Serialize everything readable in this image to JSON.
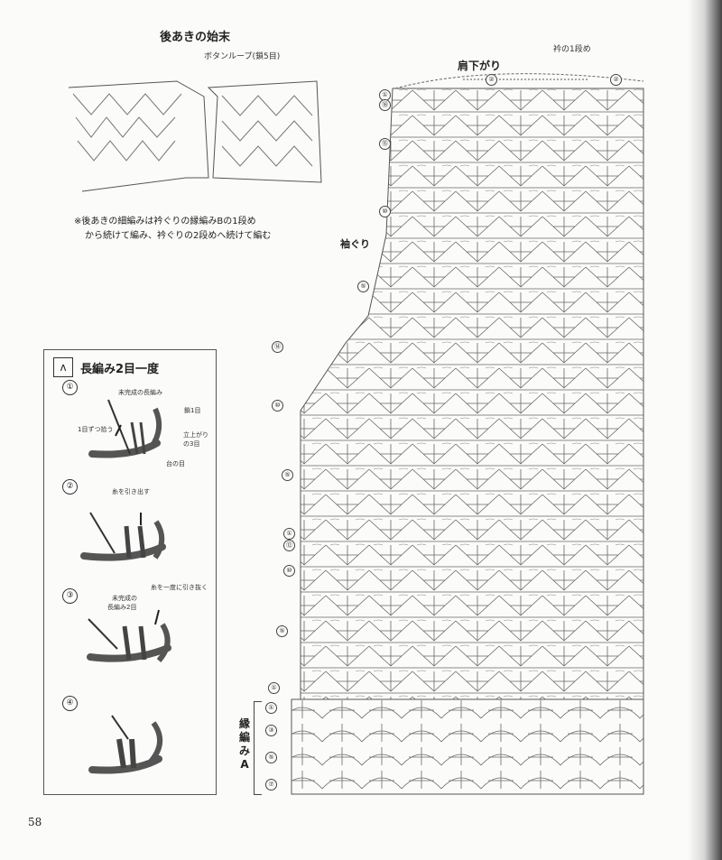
{
  "top_left": {
    "title": "後あきの始末",
    "button_loop": "ボタンループ(鎖5目)",
    "note_line1": "※後あきの細編みは衿ぐりの縁編みBの1段め",
    "note_line2": "から続けて編み、衿ぐりの2段めへ続けて編む"
  },
  "main_chart": {
    "shoulder": "肩下がり",
    "neck_row": "衿の1段め",
    "armhole": "袖ぐり",
    "edge": "縁編みA",
    "row_markers": [
      "①",
      "⑱",
      "⑮",
      "⑩",
      "⑤",
      "⑭",
      "⑩",
      "⑤",
      "①",
      "⑫",
      "⑩",
      "⑤",
      "①",
      "①",
      "③",
      "⑤",
      "⑦",
      "②",
      "②"
    ]
  },
  "inset": {
    "symbol": "ʌ",
    "title": "長編み2目一度",
    "steps": [
      {
        "num": "①",
        "labels": [
          "未完成の長編み",
          "鎖1目",
          "1目ずつ拾う",
          "立上がり",
          "の3目",
          "台の目"
        ]
      },
      {
        "num": "②",
        "labels": [
          "糸を引き出す"
        ]
      },
      {
        "num": "③",
        "labels": [
          "未完成の",
          "長編み2目",
          "糸を一度に引き抜く"
        ]
      },
      {
        "num": "④",
        "labels": []
      }
    ]
  },
  "page_number": "58",
  "colors": {
    "ink": "#3d3d3d",
    "paper": "#fbfbf9",
    "watermark": "#d8d8d8"
  }
}
